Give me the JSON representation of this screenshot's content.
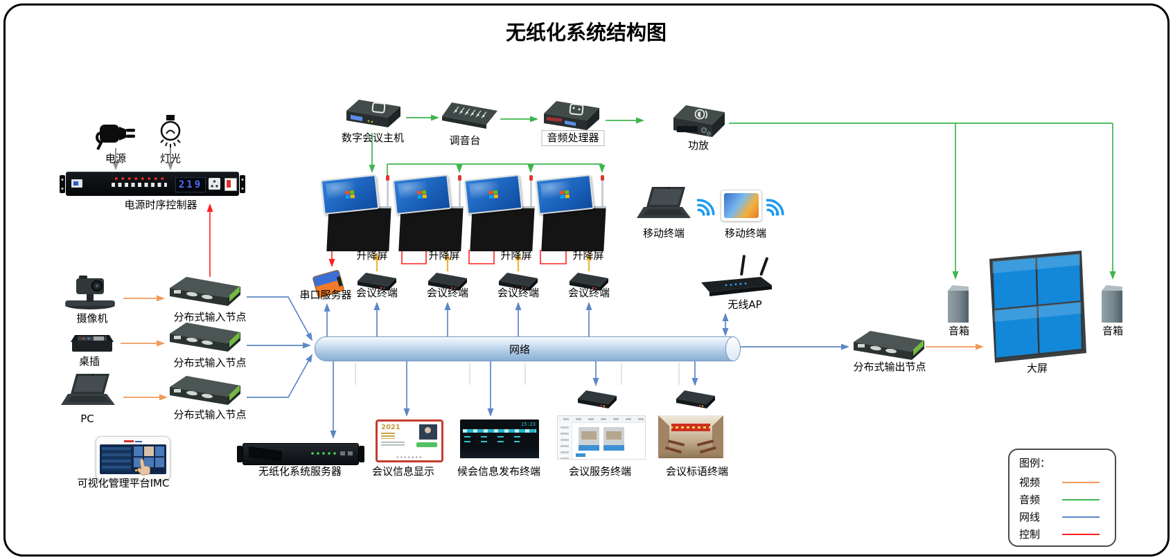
{
  "title": "无纸化系统结构图",
  "colors": {
    "video": "#f19a5a",
    "audio": "#3db54b",
    "network": "#5b87c5",
    "control": "#ff1f1f"
  },
  "top_chain": {
    "digital_host": "数字会议主机",
    "mixer": "调音台",
    "audio_processor": "音频处理器",
    "amplifier": "功放"
  },
  "power": {
    "power_label": "电源",
    "light_label": "灯光",
    "sequencer": "电源时序控制器",
    "sequencer_display": "219"
  },
  "left_column": {
    "camera": "摄像机",
    "input_node": "分布式输入节点",
    "desk_socket": "桌插",
    "pc": "PC",
    "imc": "可视化管理平台IMC"
  },
  "center": {
    "serial_server": "串口服务器",
    "lift_screen": "升降屏",
    "conf_terminal": "会议终端",
    "mobile_terminal": "移动终端",
    "wireless_ap": "无线AP",
    "network_label": "网络"
  },
  "bottom": {
    "server": "无纸化系统服务器",
    "info_display": "会议信息显示",
    "info_display_year": "2021",
    "waiting_terminal": "候会信息发布终端",
    "waiting_clock": "15:23",
    "service_terminal": "会议服务终端",
    "banner_terminal": "会议标语终端"
  },
  "right_side": {
    "output_node": "分布式输出节点",
    "speaker": "音箱",
    "big_screen": "大屏"
  },
  "legend": {
    "title": "图例：",
    "items": [
      {
        "label": "视频",
        "color": "#f19a5a"
      },
      {
        "label": "音频",
        "color": "#3db54b"
      },
      {
        "label": "网线",
        "color": "#5b87c5"
      },
      {
        "label": "控制",
        "color": "#ff1f1f"
      }
    ]
  }
}
